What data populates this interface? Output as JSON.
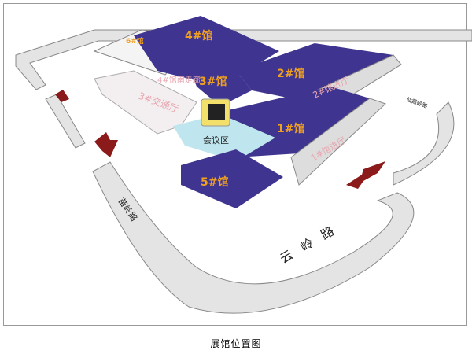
{
  "title": "展馆位置图",
  "halls": {
    "h1": "1#馆",
    "h2": "2#馆",
    "h3": "3#馆",
    "h4": "4#馆",
    "h5": "5#馆",
    "h6": "6#馆"
  },
  "areas": {
    "hall1_lobby": "1#馆进厅",
    "hall2_lobby": "2#馆进厅",
    "hall3_traffic": "3#交通厅",
    "corridor": "4#馆南走廊",
    "meeting": "会议区"
  },
  "roads": {
    "yunling": "云岭路",
    "miaoling": "苗岭路",
    "xianxialing": "仙霞岭路"
  },
  "colors": {
    "hall": "#3f3590",
    "label": "#f0a020",
    "arrow": "#8b1a1a",
    "road": "#e4e4e4"
  }
}
